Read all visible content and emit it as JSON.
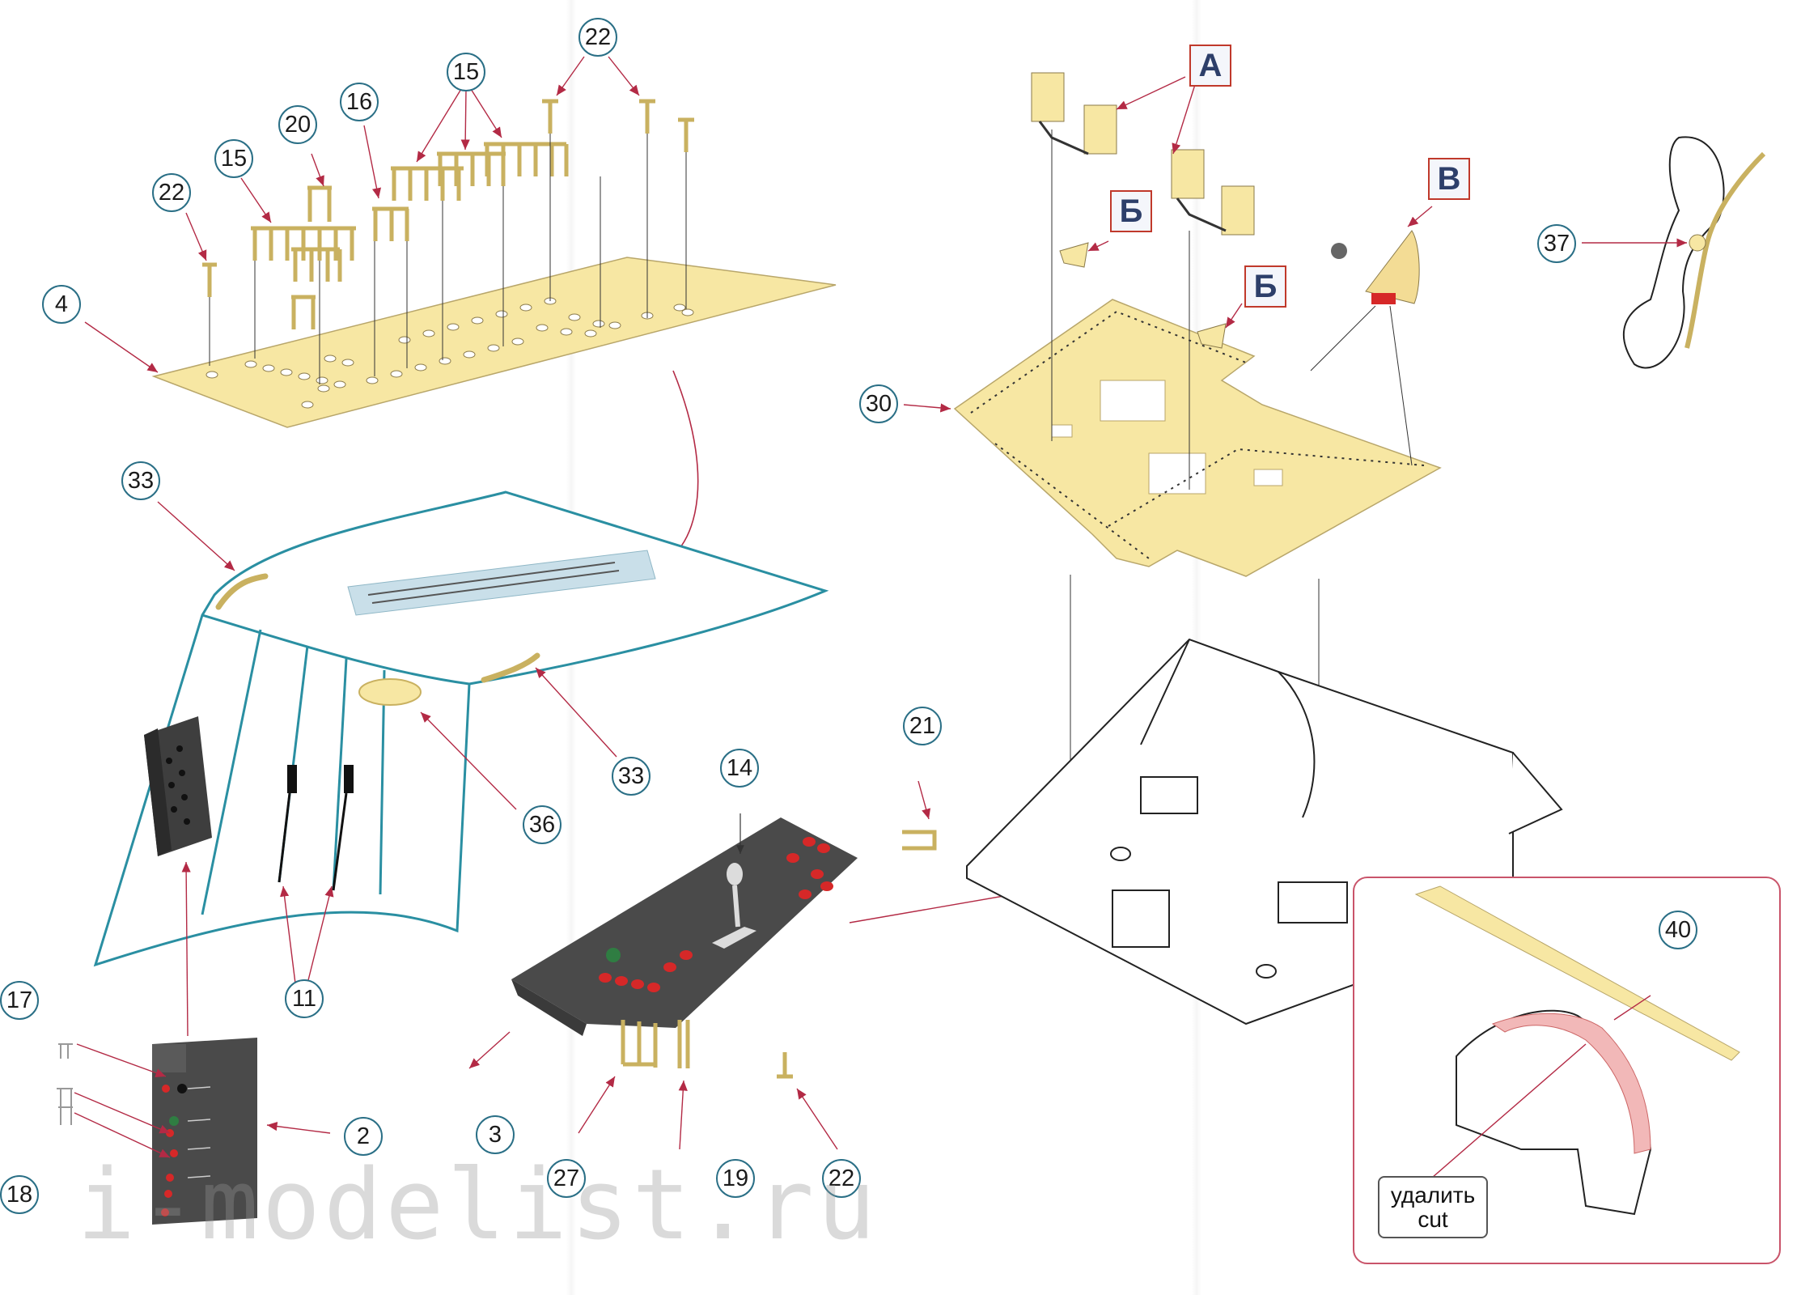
{
  "callouts": {
    "c4": "4",
    "c22_left": "22",
    "c15_left": "15",
    "c20": "20",
    "c16": "16",
    "c15_top": "15",
    "c22_top": "22",
    "c33_left": "33",
    "c33_right": "33",
    "c36": "36",
    "c11": "11",
    "c17": "17",
    "c18": "18",
    "c2": "2",
    "c3": "3",
    "c14": "14",
    "c21": "21",
    "c27": "27",
    "c19": "19",
    "c22_bottom": "22",
    "c30": "30",
    "c37": "37",
    "c40": "40"
  },
  "letters": {
    "a": "A",
    "b1": "Б",
    "b2": "Б",
    "v": "B"
  },
  "cut_label": {
    "ru": "удалить",
    "en": "cut"
  },
  "watermark": "i-modelist.ru",
  "colors": {
    "photo_etch": "#f7e7a3",
    "panel_outline": "#2a8fa2",
    "arrow": "#b32a45",
    "dark_panel": "#4a4a4a",
    "cut_area": "#f2b8b8"
  }
}
